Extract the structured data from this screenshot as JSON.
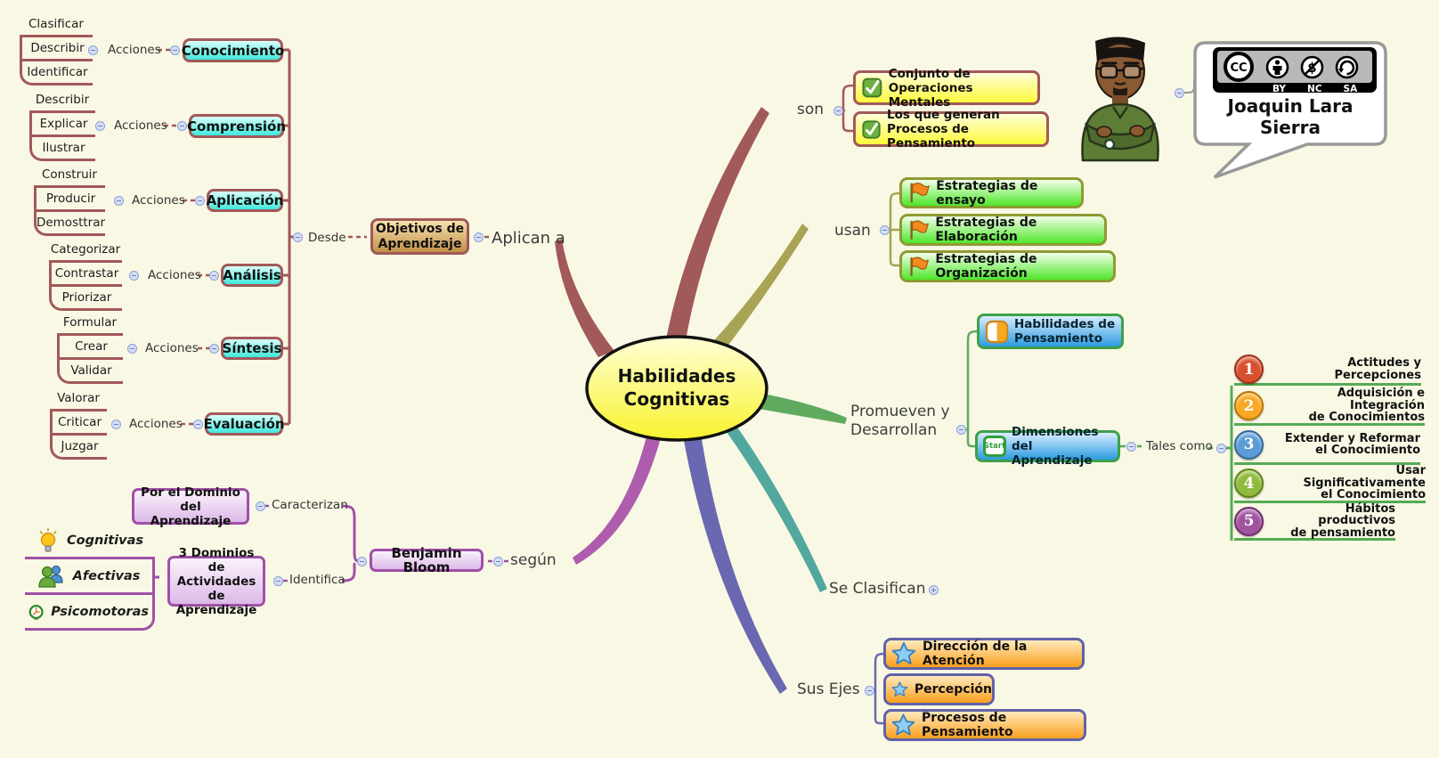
{
  "root": {
    "title": "Habilidades\nCognitivas"
  },
  "branches": {
    "aplican": {
      "label": "Aplican a",
      "desde": "Desde",
      "objetivos": "Objetivos de\nAprendizaje",
      "topics": [
        {
          "label": "Conocimiento",
          "acciones": "Acciones",
          "items": [
            "Clasificar",
            "Describir",
            "Identificar"
          ]
        },
        {
          "label": "Comprensión",
          "acciones": "Acciones",
          "items": [
            "Describir",
            "Explicar",
            "Ilustrar"
          ]
        },
        {
          "label": "Aplicación",
          "acciones": "Acciones",
          "items": [
            "Construir",
            "Producir",
            "Demosttrar"
          ]
        },
        {
          "label": "Análisis",
          "acciones": "Acciones",
          "items": [
            "Categorizar",
            "Contrastar",
            "Priorizar"
          ]
        },
        {
          "label": "Síntesis",
          "acciones": "Acciones",
          "items": [
            "Formular",
            "Crear",
            "Validar"
          ]
        },
        {
          "label": "Evaluación",
          "acciones": "Acciones",
          "items": [
            "Valorar",
            "Criticar",
            "Juzgar"
          ]
        }
      ]
    },
    "son": {
      "label": "son",
      "items": [
        "Conjunto de\nOperaciones Mentales",
        "Los que generan\nProcesos de Pensamiento"
      ]
    },
    "usan": {
      "label": "usan",
      "items": [
        "Estrategias de ensayo",
        "Estrategias de Elaboración",
        "Estrategias de Organización"
      ]
    },
    "promueven": {
      "label": "Promueven y\nDesarrollan",
      "habilidades": "Habilidades de\nPensamiento",
      "dimensiones": "Dimensiones del\nAprendizaje",
      "start": "Start",
      "tales_label": "Tales como",
      "tales": [
        {
          "num": "1",
          "text": "Actitudes y Percepciones"
        },
        {
          "num": "2",
          "text": "Adquisición e Integración\nde Conocimientos"
        },
        {
          "num": "3",
          "text": "Extender y Reformar\nel Conocimiento"
        },
        {
          "num": "4",
          "text": "Usar Significativamente\nel Conocimiento"
        },
        {
          "num": "5",
          "text": "Hábitos productivos\nde pensamiento"
        }
      ]
    },
    "clasifican": {
      "label": "Se Clasifican"
    },
    "ejes": {
      "label": "Sus Ejes",
      "items": [
        "Dirección de la Atención",
        "Percepción",
        "Procesos de Pensamiento"
      ]
    },
    "segun": {
      "label": "según",
      "caracterizan": "Caracterizan",
      "identifica": "Identifica",
      "por_dominio": "Por el Dominio del\nAprendizaje",
      "bloom": "Benjamin Bloom",
      "tres_dominios": "3 Dominios de\nActividades de\nAprendizaje",
      "dominios": [
        "Cognitivas",
        "Afectivas",
        "Psicomotoras"
      ]
    }
  },
  "credit": {
    "name": "Joaquin Lara Sierra",
    "cc_labels": [
      "BY",
      "NC",
      "SA"
    ]
  },
  "colors": {
    "background": "#f9f8e4",
    "maroon": "#a15959",
    "olive": "#a8a355",
    "green": "#5faa5f",
    "teal": "#52a89e",
    "indigo": "#6a68b0",
    "magenta": "#ae5cae",
    "purple": "#a050a8",
    "tales_green": "#55aa55",
    "center_yellow": "#fdf93c",
    "cyan_topic": "#41e8dc"
  }
}
